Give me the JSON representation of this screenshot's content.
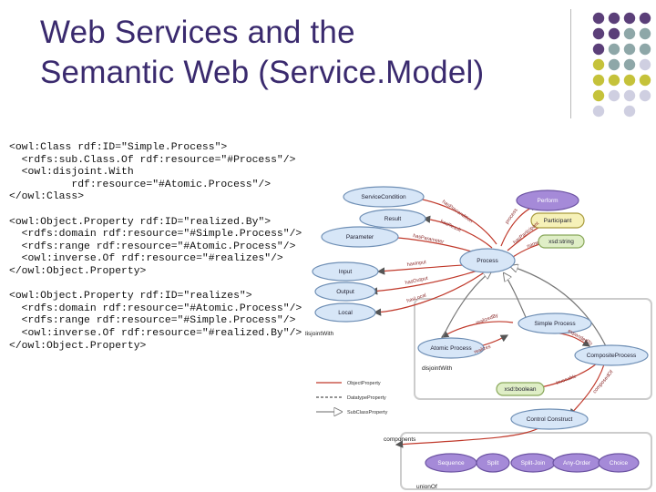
{
  "slide": {
    "title_line1": "Web Services and the",
    "title_line2": "Semantic Web (Service.Model)"
  },
  "code_blocks": [
    [
      "<owl:Class rdf:ID=\"Simple.Process\">",
      "  <rdfs:sub.Class.Of rdf:resource=\"#Process\"/>",
      "  <owl:disjoint.With",
      "          rdf:resource=\"#Atomic.Process\"/>",
      "</owl:Class>"
    ],
    [
      "<owl:Object.Property rdf:ID=\"realized.By\">",
      "  <rdfs:domain rdf:resource=\"#Simple.Process\"/>",
      "  <rdfs:range rdf:resource=\"#Atomic.Process\"/>",
      "  <owl:inverse.Of rdf:resource=\"#realizes\"/>",
      "</owl:Object.Property>"
    ],
    [
      "<owl:Object.Property rdf:ID=\"realizes\">",
      "  <rdfs:domain rdf:resource=\"#Atomic.Process\"/>",
      "  <rdfs:range rdf:resource=\"#Simple.Process\"/>",
      "  <owl:inverse.Of rdf:resource=\"#realized.By\"/>",
      "</owl:Object.Property>"
    ]
  ],
  "diagram": {
    "nodes": {
      "service_condition": "ServiceCondition",
      "perform": "Perform",
      "result": "Result",
      "participant": "Participant",
      "parameter": "Parameter",
      "xsd_string": "xsd:string",
      "process": "Process",
      "input": "Input",
      "output": "Output",
      "local": "Local",
      "simple_process": "Simple Process",
      "atomic_process": "Atomic Process",
      "composite_process": "CompositeProcess",
      "xsd_boolean": "xsd:boolean",
      "control_construct": "Control Construct",
      "sequence": "Sequence",
      "split": "Split",
      "split_join": "Split-Join",
      "any_order": "Any-Order",
      "choice": "Choice"
    },
    "labels": {
      "disjoint_with_1": "disjointWith",
      "disjoint_with_2": "disjointWith",
      "components": "components",
      "union_of": "unionOf",
      "has_parameter": "hasParameter",
      "has_input": "hasInput",
      "has_output": "hasOutput",
      "has_local": "hasLocal",
      "has_result": "hasResult",
      "has_precondition": "hasPrecondition",
      "has_participant": "hasParticipant",
      "realized_by": "realizedBy",
      "realizes": "realizes",
      "expanded_to": "expandedTo",
      "composed_of": "composedOf",
      "invocable": "invocable",
      "process_of": "process",
      "name": "name"
    },
    "legend": [
      "ObjectProperty",
      "DatatypeProperty",
      "SubClassProperty"
    ],
    "colors": {
      "blue_node": "#d7e6f7",
      "blue_border": "#6f8fb5",
      "purple_node": "#a58ad8",
      "yellow_node": "#f6f1b8",
      "green_node": "#dfeec6",
      "edge_red": "#c0392b"
    }
  },
  "decor": {
    "dot_colors": [
      "#5b3f79",
      "#8ea7a8",
      "#c5c23a",
      "#cfcfe1"
    ]
  }
}
